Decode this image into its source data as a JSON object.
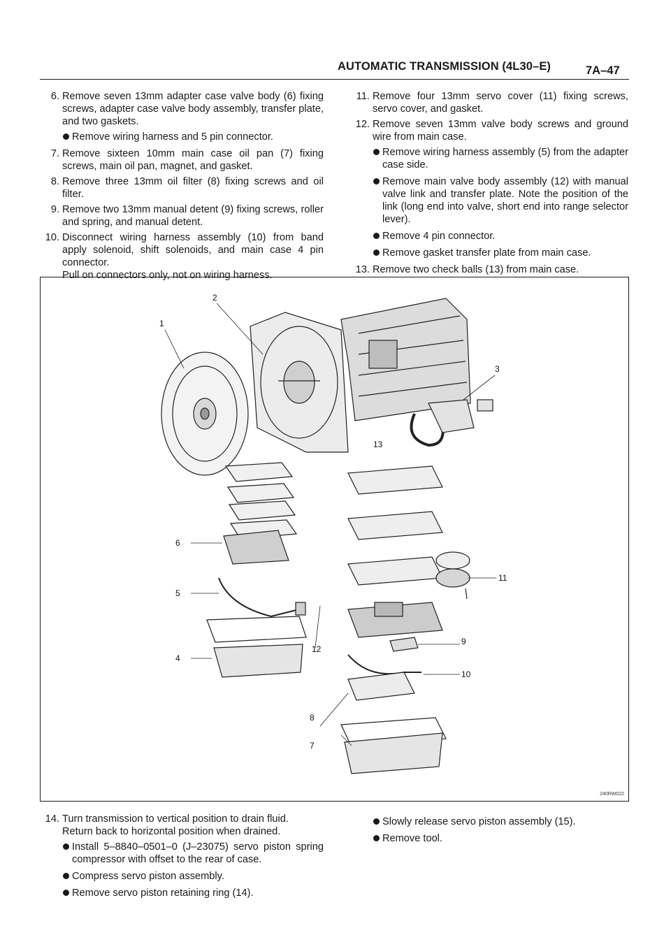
{
  "header": {
    "title": "AUTOMATIC TRANSMISSION (4L30–E)",
    "page": "7A–47"
  },
  "left_column": {
    "steps": [
      {
        "num": "6.",
        "text": "Remove seven 13mm adapter case valve body (6) fixing screws, adapter case valve body assembly, transfer plate, and two gaskets.",
        "bullets": [
          "Remove wiring harness and 5 pin connector."
        ]
      },
      {
        "num": "7.",
        "text": "Remove sixteen 10mm main case oil pan (7) fixing screws, main oil pan, magnet, and gasket.",
        "bullets": []
      },
      {
        "num": "8.",
        "text": "Remove three 13mm oil filter (8) fixing screws and oil filter.",
        "bullets": []
      },
      {
        "num": "9.",
        "text": "Remove two 13mm manual detent (9) fixing screws, roller and spring, and manual detent.",
        "bullets": []
      },
      {
        "num": "10.",
        "text": "Disconnect wiring harness assembly (10) from band apply solenoid, shift solenoids, and main case 4 pin connector.",
        "extra": "Pull on connectors only, not on wiring harness.",
        "bullets": []
      }
    ]
  },
  "right_column": {
    "steps": [
      {
        "num": "11.",
        "text": "Remove four 13mm servo cover (11) fixing screws, servo cover, and gasket.",
        "bullets": []
      },
      {
        "num": "12.",
        "text": "Remove seven 13mm valve body screws and ground wire from main case.",
        "bullets": [
          "Remove wiring harness assembly (5) from the adapter case side.",
          "Remove main valve body assembly (12) with manual valve link and transfer plate. Note the position of the link (long end into valve, short end into range selector lever).",
          "Remove 4 pin connector.",
          "Remove gasket transfer plate from main case."
        ]
      },
      {
        "num": "13.",
        "text": "Remove two check balls (13) from main case.",
        "bullets": []
      }
    ]
  },
  "figure": {
    "code": "240RW022",
    "callouts": [
      "1",
      "2",
      "3",
      "4",
      "5",
      "6",
      "7",
      "8",
      "9",
      "10",
      "11",
      "12",
      "13"
    ]
  },
  "bottom_left": {
    "steps": [
      {
        "num": "14.",
        "text": "Turn transmission to vertical position to drain fluid.",
        "extra": "Return back to horizontal position when drained.",
        "bullets": [
          "Install 5–8840–0501–0 (J–23075) servo piston spring compressor with offset to the rear of case.",
          "Compress servo piston assembly.",
          "Remove servo piston retaining ring (14)."
        ]
      }
    ]
  },
  "bottom_right": {
    "bullets": [
      "Slowly release servo piston assembly (15).",
      "Remove tool."
    ]
  }
}
